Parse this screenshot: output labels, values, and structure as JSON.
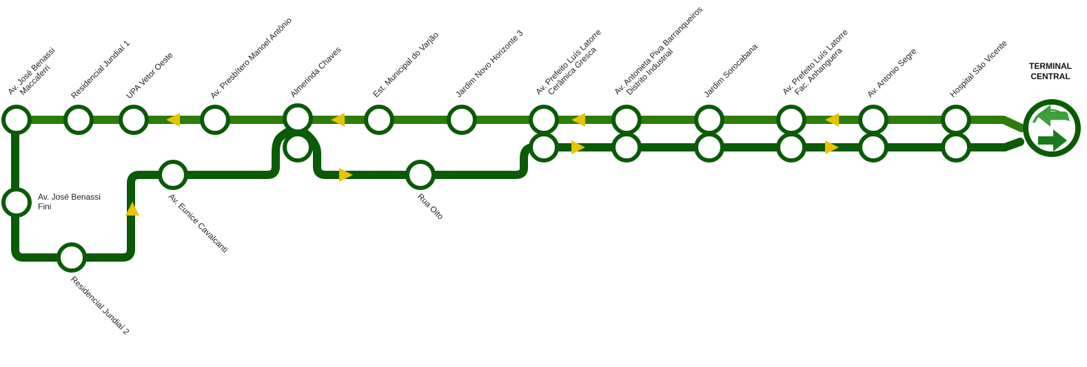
{
  "colors": {
    "outbound_line": "#2e7d0c",
    "inbound_line": "#0a5a06",
    "stop_stroke": "#0a5a06",
    "stop_fill": "#ffffff",
    "arrow": "#e8c400",
    "terminal_icon_light": "#3aa03a",
    "terminal_icon_dark": "#1b7a1b"
  },
  "terminal": {
    "line1": "TERMINAL",
    "line2": "CENTRAL",
    "icon": "recycle-arrows-icon"
  },
  "stops_top": [
    {
      "l1": "Av. José Benassi",
      "l2": "Maccaferri"
    },
    {
      "l1": "Residencial Jundiaí 1",
      "l2": ""
    },
    {
      "l1": "UPA Vetor Oeste",
      "l2": ""
    },
    {
      "l1": "Av. Presbítero Manoel Antônio",
      "l2": ""
    },
    {
      "l1": "Almerinda Chaves",
      "l2": ""
    },
    {
      "l1": "Est. Municipal do Varjão",
      "l2": ""
    },
    {
      "l1": "Jardim Novo Horizonte 3",
      "l2": ""
    },
    {
      "l1": "Av. Prefeito Luís Latorre",
      "l2": "Cerâmica Gresca"
    },
    {
      "l1": "Av. Antonieta Piva Barranqueiros",
      "l2": "Distrito Industrial"
    },
    {
      "l1": "Jardim Sorocabana",
      "l2": ""
    },
    {
      "l1": "Av. Prefeito Luís Latorre",
      "l2": "Fac. Anhanguera"
    },
    {
      "l1": "Av. Antonio Segre",
      "l2": ""
    },
    {
      "l1": "Hospital São Vicente",
      "l2": ""
    }
  ],
  "stops_other": {
    "benassi_fini": {
      "l1": "Av. José Benassi",
      "l2": "Fini"
    },
    "residencial_2": "Residencial Jundiaí 2",
    "eunice": "Av. Eunice Cavalcanti",
    "rua_oito": "Rua Oito"
  }
}
